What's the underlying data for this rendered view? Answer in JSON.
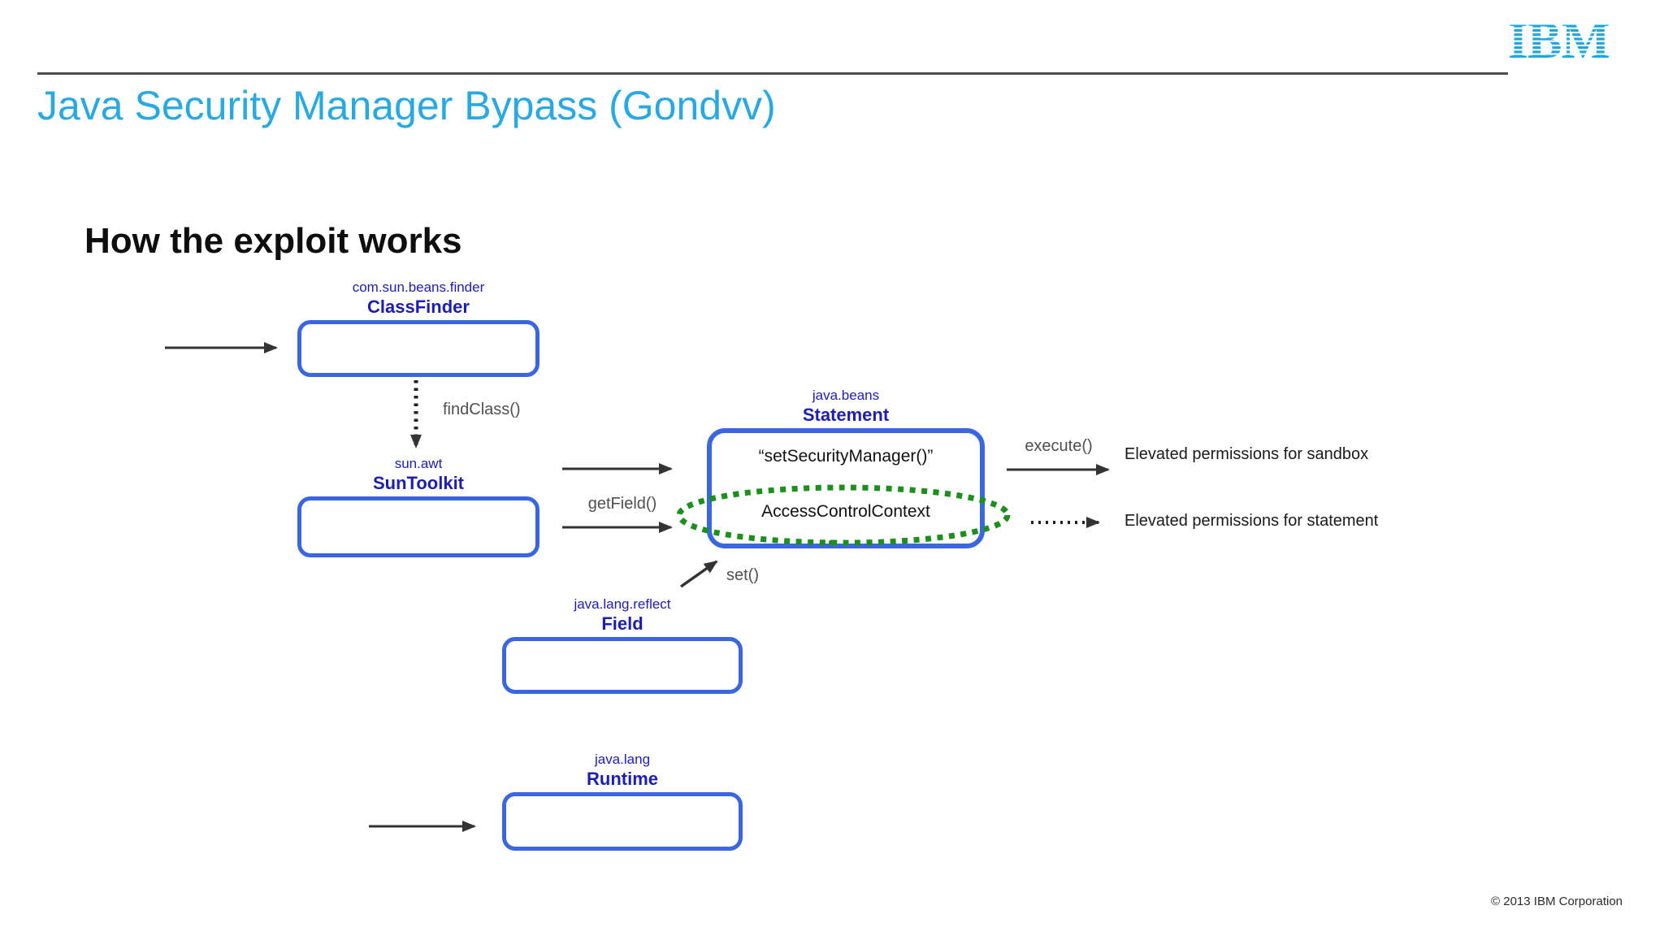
{
  "header": {
    "logo": "IBM",
    "title": "Java Security Manager Bypass (Gondvv)"
  },
  "heading": "How the exploit works",
  "diagram": {
    "nodes": [
      {
        "package": "com.sun.beans.finder",
        "class": "ClassFinder"
      },
      {
        "package": "sun.awt",
        "class": "SunToolkit"
      },
      {
        "package": "java.beans",
        "class": "Statement",
        "contents": [
          "“setSecurityManager()”",
          "AccessControlContext"
        ]
      },
      {
        "package": "java.lang.reflect",
        "class": "Field"
      },
      {
        "package": "java.lang",
        "class": "Runtime"
      }
    ],
    "edge_labels": {
      "find_class": "findClass()",
      "get_field": "getField()",
      "execute": "execute()",
      "set": "set()"
    },
    "results": {
      "sandbox": "Elevated permissions for sandbox",
      "statement": "Elevated permissions for statement"
    }
  },
  "footer": {
    "copyright": "© 2013 IBM Corporation"
  },
  "colors": {
    "accent_blue": "#29a9e1",
    "box_border_blue": "#3a67e0",
    "label_blue": "#1d1db2",
    "highlight_green": "#1d8f1d",
    "arrow_dark": "#333333"
  }
}
